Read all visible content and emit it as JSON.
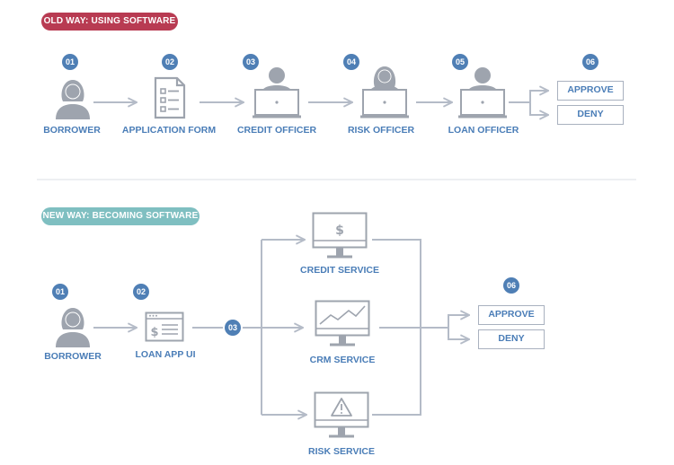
{
  "colors": {
    "old_pill": "#b83b52",
    "new_pill": "#7fbfc1",
    "badge": "#4f7fb5",
    "label": "#4a7db7",
    "line": "#b4bbc7",
    "icon": "#9ea4ae",
    "divider": "#e2e5ea"
  },
  "old_way": {
    "title": "OLD WAY: USING SOFTWARE",
    "steps": [
      {
        "num": "01",
        "label": "BORROWER"
      },
      {
        "num": "02",
        "label": "APPLICATION FORM"
      },
      {
        "num": "03",
        "label": "CREDIT OFFICER"
      },
      {
        "num": "04",
        "label": "RISK OFFICER"
      },
      {
        "num": "05",
        "label": "LOAN OFFICER"
      },
      {
        "num": "06"
      }
    ],
    "outcomes": [
      "APPROVE",
      "DENY"
    ]
  },
  "new_way": {
    "title": "NEW WAY: BECOMING SOFTWARE",
    "steps": [
      {
        "num": "01",
        "label": "BORROWER"
      },
      {
        "num": "02",
        "label": "LOAN APP UI"
      },
      {
        "num": "03"
      },
      {
        "num": "06"
      }
    ],
    "services": [
      "CREDIT SERVICE",
      "CRM SERVICE",
      "RISK SERVICE"
    ],
    "outcomes": [
      "APPROVE",
      "DENY"
    ]
  }
}
